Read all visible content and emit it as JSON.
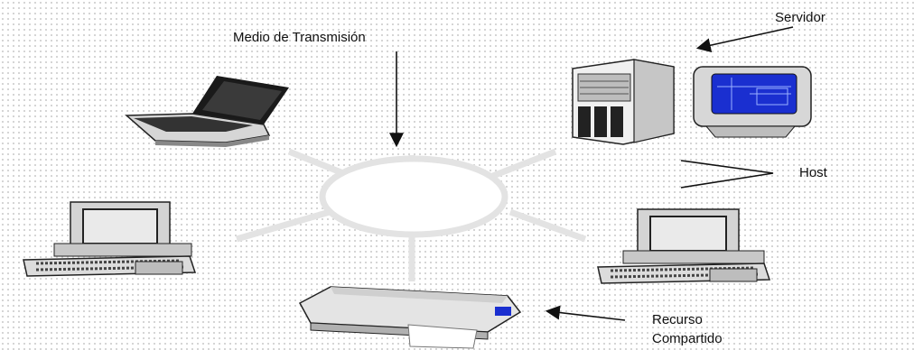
{
  "labels": {
    "medium": "Medio de Transmisión",
    "server": "Servidor",
    "host": "Host",
    "resource_line1": "Recurso",
    "resource_line2": "Compartido"
  },
  "colors": {
    "ring": "#e6e6e6",
    "ring_outline": "#c8c8c8",
    "device_body": "#d4d4d4",
    "device_dark": "#222222",
    "screen_blue": "#1a2fd0"
  },
  "icons": [
    "laptop-icon",
    "server-tower-icon",
    "monitor-icon",
    "desktop-computer-icon",
    "printer-icon"
  ]
}
